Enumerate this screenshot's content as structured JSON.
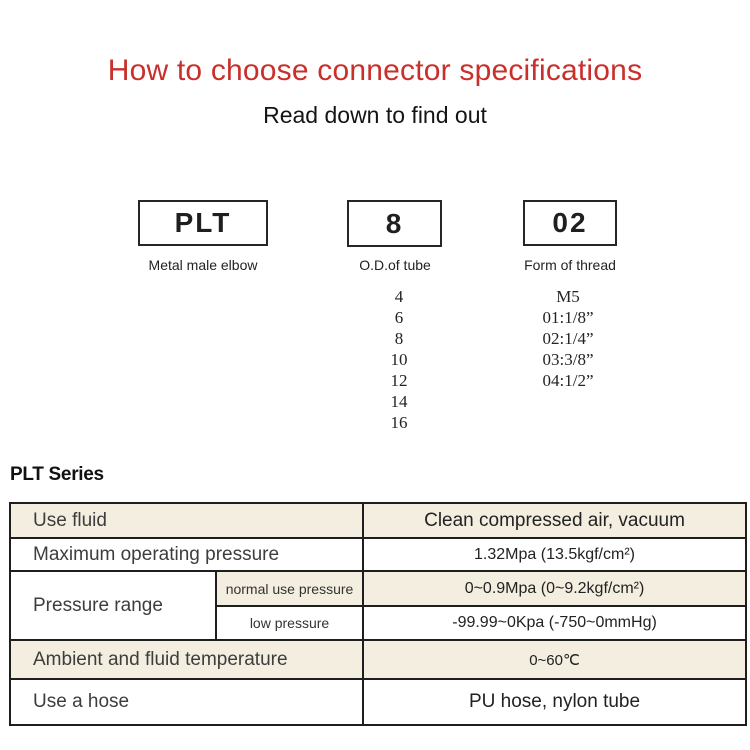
{
  "header": {
    "title": "How to choose connector specifications",
    "subtitle": "Read down to find out"
  },
  "model_code": {
    "segments": [
      {
        "code": "PLT",
        "label": "Metal male elbow",
        "options": []
      },
      {
        "code": "8",
        "label": "O.D.of tube",
        "options": [
          "4",
          "6",
          "8",
          "10",
          "12",
          "14",
          "16"
        ]
      },
      {
        "code": "02",
        "label": "Form of thread",
        "options": [
          "M5",
          "01:1/8”",
          "02:1/4”",
          "03:3/8”",
          "04:1/2”"
        ]
      }
    ]
  },
  "series_heading": "PLT Series",
  "spec_table": {
    "rows": [
      {
        "label": "Use fluid",
        "value": "Clean compressed air, vacuum"
      },
      {
        "label": "Maximum operating pressure",
        "value": "1.32Mpa  (13.5kgf/cm²)"
      },
      {
        "label": "Pressure range",
        "sub_rows": [
          {
            "label": "normal use pressure",
            "value": "0~0.9Mpa  (0~9.2kgf/cm²)"
          },
          {
            "label": "low pressure",
            "value": "-99.99~0Kpa  (-750~0mmHg)"
          }
        ]
      },
      {
        "label": "Ambient and fluid temperature",
        "value": "0~60℃"
      },
      {
        "label": "Use a hose",
        "value": "PU hose, nylon tube"
      }
    ]
  },
  "colors": {
    "title_red": "#c9302c",
    "row_beige": "#f4eee1",
    "border_dark": "#1e1e1e"
  }
}
